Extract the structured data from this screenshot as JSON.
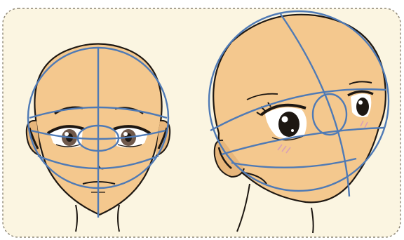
{
  "colors": {
    "panel_bg": "#fbf5e1",
    "panel_border": "#8c8574",
    "skin": "#f4c88e",
    "skin_shadow": "#e7b67b",
    "ink": "#1d1712",
    "guide_blue": "#4f7ab5",
    "blush": "#d9a0b6",
    "iris": "#6f584a",
    "eye_white": "#ffffff"
  },
  "figures": [
    {
      "id": "front-view-face",
      "view": "front"
    },
    {
      "id": "three-quarter-view-face",
      "view": "three-quarter"
    }
  ]
}
